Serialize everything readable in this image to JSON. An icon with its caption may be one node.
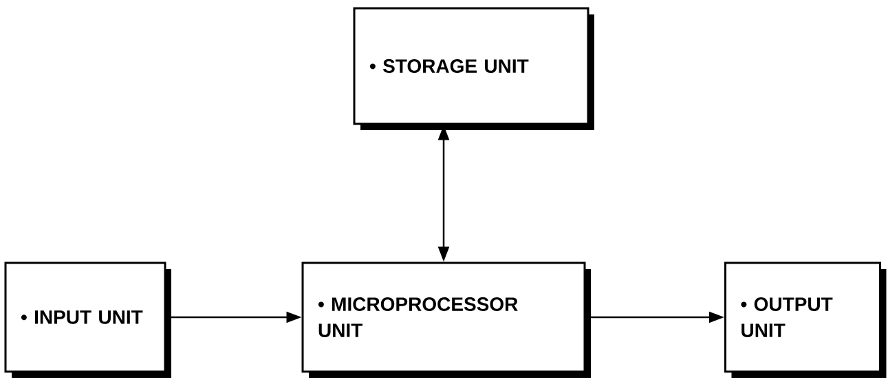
{
  "diagram": {
    "nodes": [
      {
        "text": [
          "• STORAGE UNIT"
        ]
      },
      {
        "text": [
          "• INPUT UNIT"
        ]
      },
      {
        "text": [
          "• MICROPROCESSOR UNIT"
        ]
      },
      {
        "text": [
          "• OUTPUT UNIT"
        ]
      }
    ],
    "edges": [
      {
        "from": 2,
        "to": 0,
        "arrow": "both"
      },
      {
        "from": 1,
        "to": 2,
        "arrow": "to"
      },
      {
        "from": 2,
        "to": 3,
        "arrow": "to"
      }
    ]
  }
}
